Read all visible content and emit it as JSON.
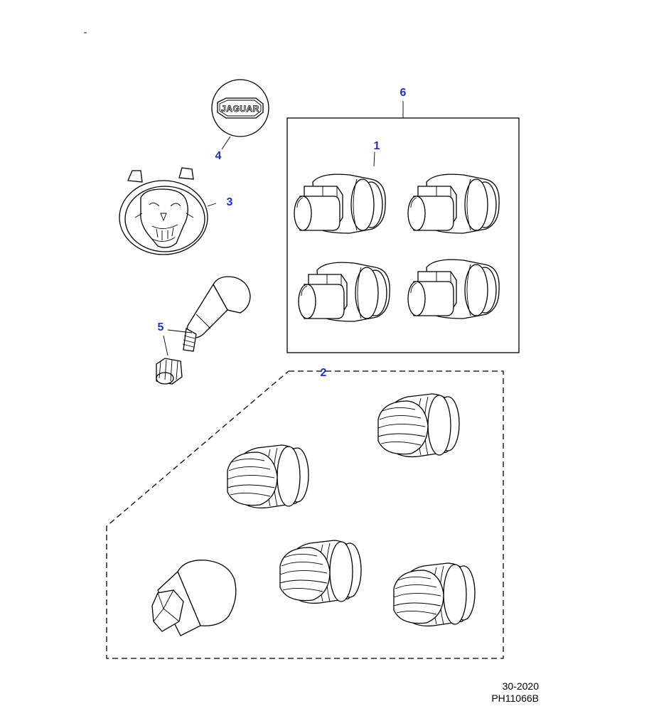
{
  "callouts": {
    "c1": "1",
    "c2": "2",
    "c3": "3",
    "c4": "4",
    "c5": "5",
    "c6": "6"
  },
  "badge_text": "JAGUAR",
  "footer": {
    "code": "30-2020",
    "ref": "PH11066B"
  },
  "colors": {
    "callout": "#1a2fd6",
    "line": "#000000"
  }
}
